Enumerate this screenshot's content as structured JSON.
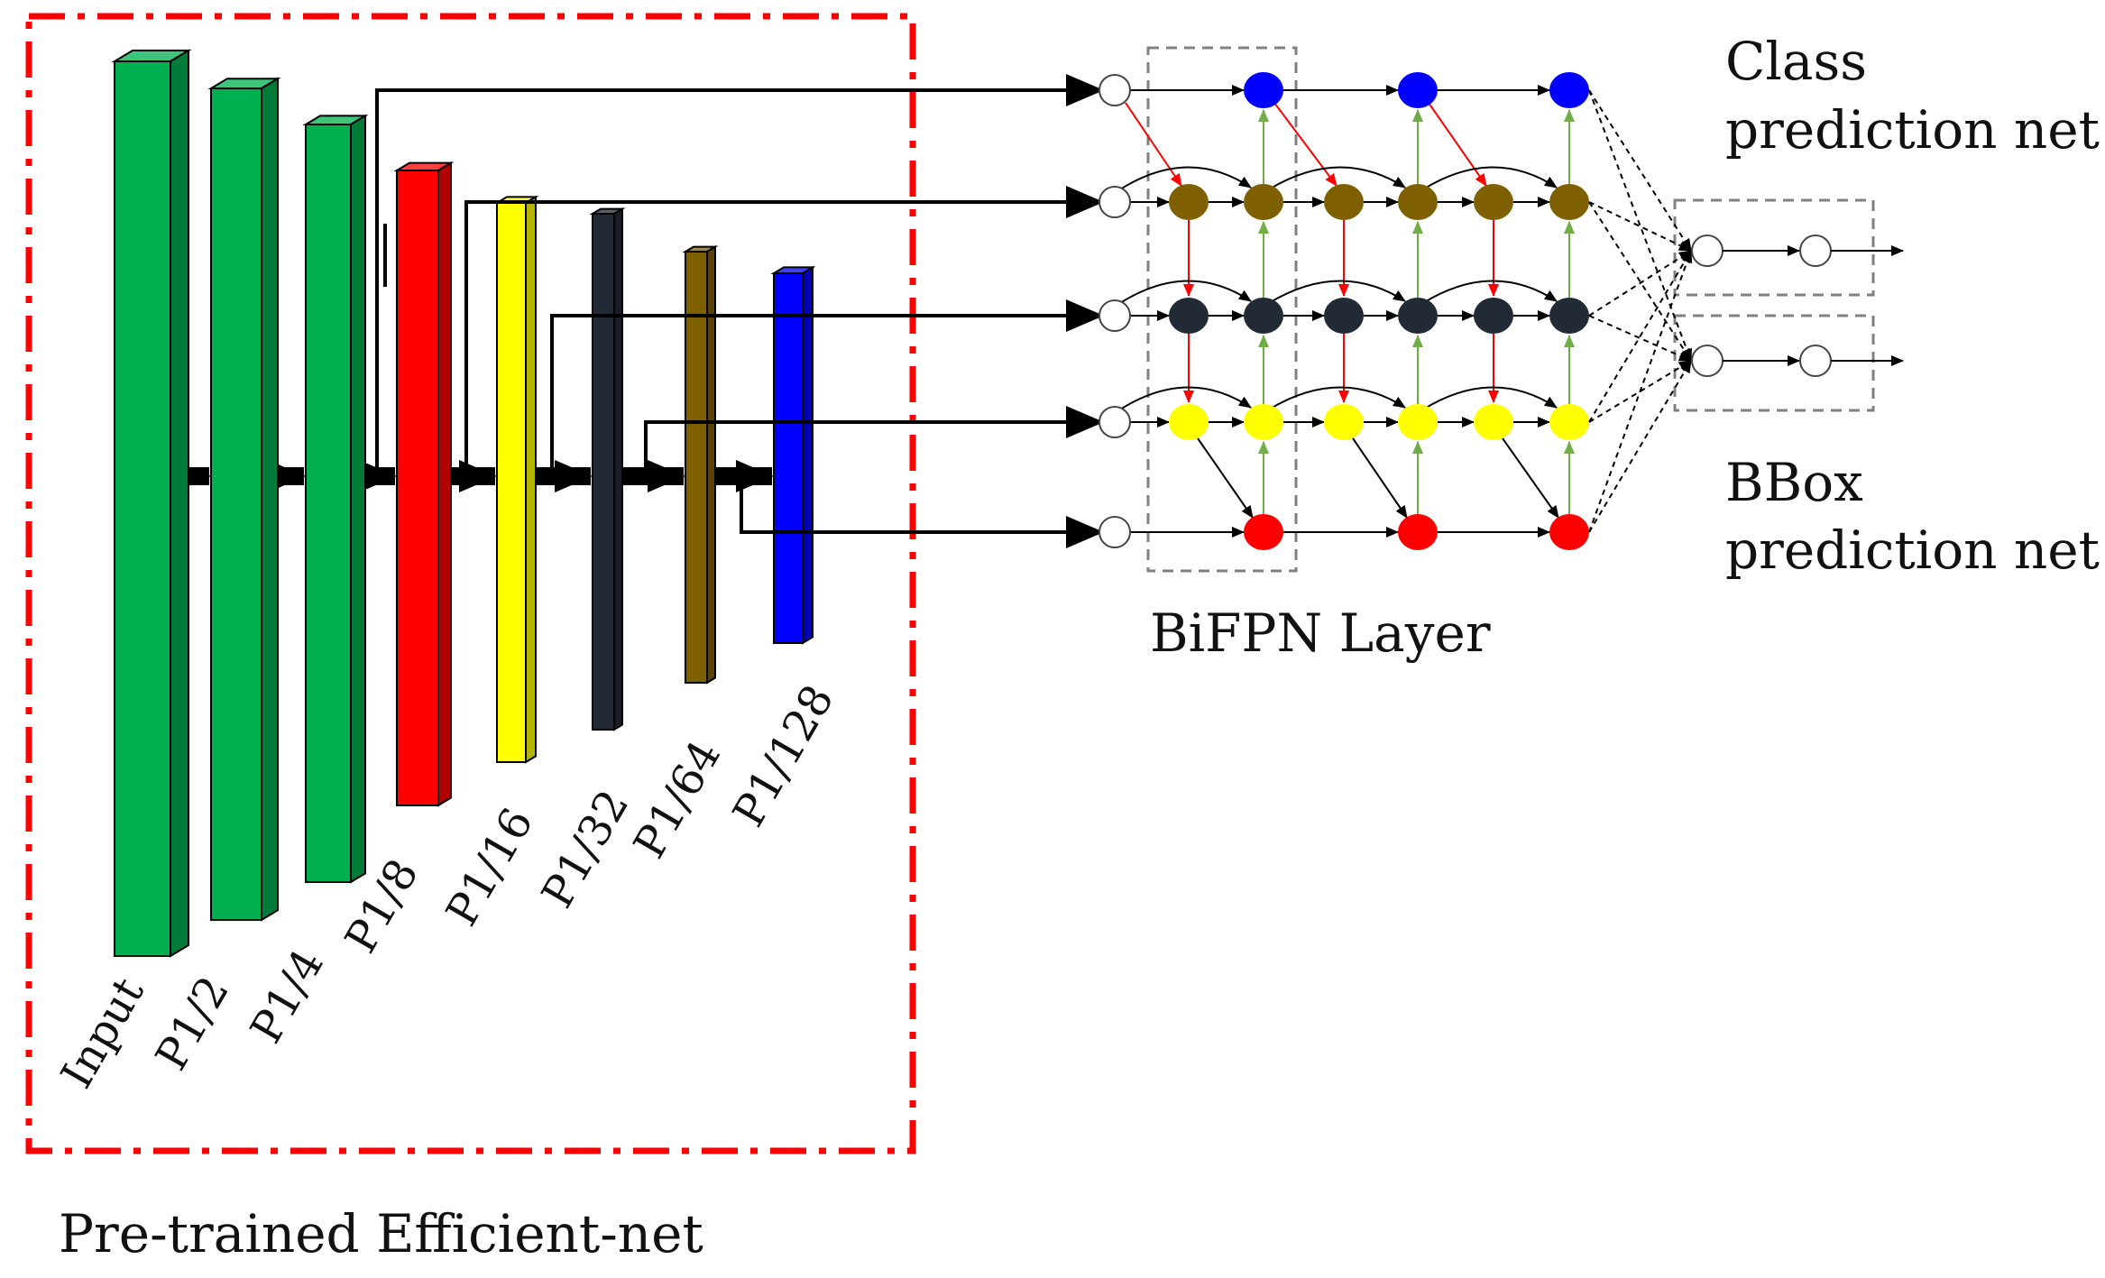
{
  "backbone": {
    "caption": "Pre-trained Efficient-net",
    "layers": [
      {
        "label": "Input",
        "color": "#00b050"
      },
      {
        "label": "P1/2",
        "color": "#00b050"
      },
      {
        "label": "P1/4",
        "color": "#00b050"
      },
      {
        "label": "P1/8",
        "color": "#ff0000"
      },
      {
        "label": "P1/16",
        "color": "#ffff00"
      },
      {
        "label": "P1/32",
        "color": "#222a35"
      },
      {
        "label": "P1/64",
        "color": "#7f6000"
      },
      {
        "label": "P1/128",
        "color": "#0000ff"
      }
    ]
  },
  "bifpn": {
    "caption": "BiFPN Layer",
    "level_colors": [
      "#0000ff",
      "#7f6000",
      "#222a35",
      "#ffff00",
      "#ff0000"
    ]
  },
  "heads": {
    "class_line1": "Class",
    "class_line2": "prediction net",
    "bbox_line1": "BBox",
    "bbox_line2": "prediction net"
  },
  "colors": {
    "frame": "#ff0000",
    "down_edge": "#ff0000",
    "up_edge": "#70ad47",
    "dashed_box": "#808080"
  }
}
